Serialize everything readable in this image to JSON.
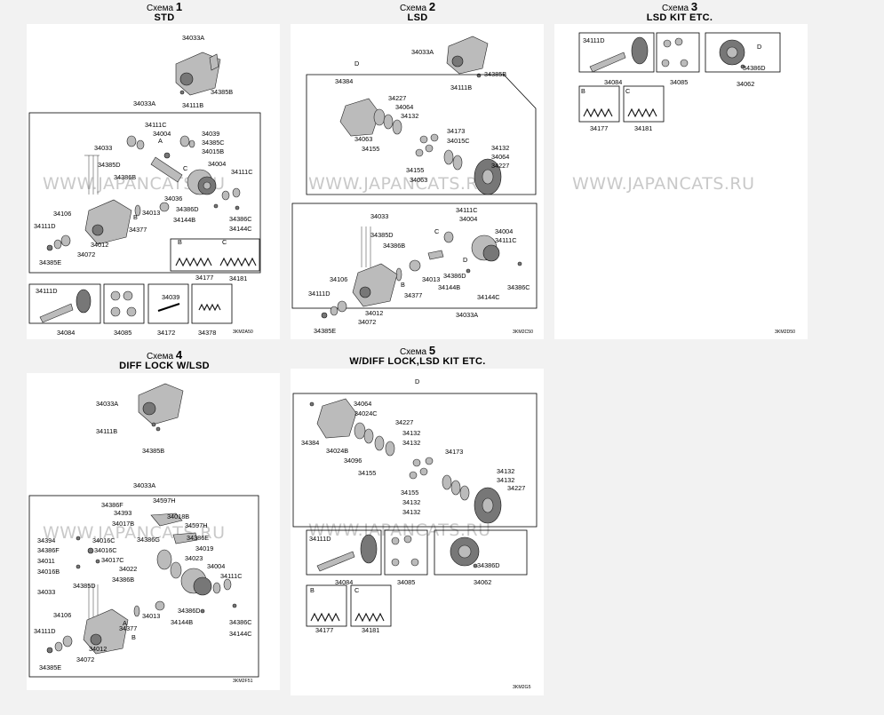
{
  "diagrams": [
    {
      "caption_prefix": "Схема",
      "number": "1",
      "subtitle": "STD",
      "code": "3KM2A50",
      "watermark": "WWW.JAPANCATS.RU",
      "labels": [
        "34033A",
        "34385B",
        "34111B",
        "34033A",
        "34111C",
        "34004",
        "34039",
        "34385C",
        "34015B",
        "34004",
        "34111C",
        "34033",
        "34385D",
        "34386B",
        "34036",
        "34386D",
        "34386C",
        "34013",
        "34144B",
        "34144C",
        "34106",
        "34377",
        "34111D",
        "34012",
        "34072",
        "34385E",
        "34177",
        "34181",
        "34111D",
        "34039",
        "34084",
        "34085",
        "34172",
        "34378"
      ],
      "letters": [
        "A",
        "B",
        "C",
        "B",
        "C"
      ]
    },
    {
      "caption_prefix": "Схема",
      "number": "2",
      "subtitle": "LSD",
      "code": "3KM2C50",
      "watermark": "WWW.JAPANCATS.RU",
      "labels": [
        "34033A",
        "34385B",
        "34111B",
        "34384",
        "34227",
        "34064",
        "34132",
        "34173",
        "34063",
        "34015C",
        "34155",
        "34132",
        "34064",
        "34227",
        "34155",
        "34063",
        "34033",
        "34111C",
        "34004",
        "34385D",
        "34386B",
        "34004",
        "34111C",
        "34013",
        "34386D",
        "34106",
        "34144B",
        "34386C",
        "34111D",
        "34377",
        "34144C",
        "34012",
        "34072",
        "34033A",
        "34385E"
      ],
      "letters": [
        "D",
        "C",
        "B",
        "D"
      ]
    },
    {
      "caption_prefix": "Схема",
      "number": "3",
      "subtitle": "LSD KIT ETC.",
      "code": "3KM2D50",
      "watermark": "WWW.JAPANCATS.RU",
      "labels": [
        "34111D",
        "34084",
        "34085",
        "34386D",
        "34062",
        "34177",
        "34181"
      ],
      "letters": [
        "D",
        "B",
        "C"
      ]
    },
    {
      "caption_prefix": "Схема",
      "number": "4",
      "subtitle": "DIFF LOCK W/LSD",
      "code": "3KM2F51",
      "watermark": "WWW.JAPANCATS.RU",
      "labels": [
        "34033A",
        "34111B",
        "34385B",
        "34033A",
        "34386F",
        "34597H",
        "34393",
        "34018B",
        "34017B",
        "34597H",
        "34394",
        "34016C",
        "34386G",
        "34386E",
        "34386F",
        "34016C",
        "34019",
        "34011",
        "34017C",
        "34023",
        "34016B",
        "34022",
        "34004",
        "34386B",
        "34111C",
        "34033",
        "34385D",
        "34013",
        "34386D",
        "34106",
        "34377",
        "34144B",
        "34386C",
        "34111D",
        "34144C",
        "34012",
        "34072",
        "34385E"
      ],
      "letters": [
        "A",
        "B"
      ]
    },
    {
      "caption_prefix": "Схема",
      "number": "5",
      "subtitle": "W/DIFF LOCK,LSD KIT ETC.",
      "code": "3KM2G5",
      "watermark": "WWW.JAPANCATS.RU",
      "labels": [
        "34064",
        "34024C",
        "34227",
        "34132",
        "34132",
        "34384",
        "34024B",
        "34096",
        "34173",
        "34155",
        "34132",
        "34132",
        "34155",
        "34227",
        "34132",
        "34132",
        "34111D",
        "34084",
        "34085",
        "34386D",
        "34062",
        "34177",
        "34181"
      ],
      "letters": [
        "D",
        "B",
        "C"
      ]
    }
  ]
}
